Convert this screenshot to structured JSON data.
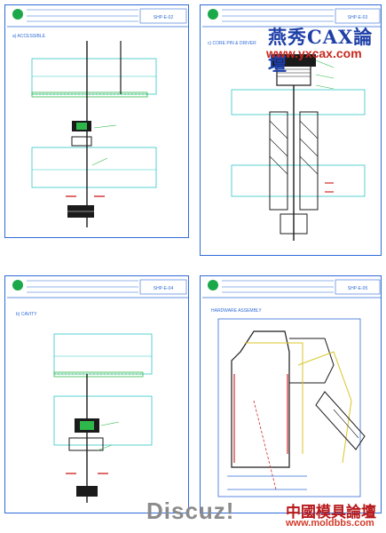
{
  "watermarks": {
    "site_name": "燕秀CAX論壇",
    "site_url": "www.yxcax.com",
    "forum_engine": "Discuz!",
    "bbs_name": "中國模具論壇",
    "bbs_url": "www.moldbbs.com"
  },
  "sheets": [
    {
      "title_block_id": "SHP-E-02",
      "section_label": "a) ACCESSIBLE"
    },
    {
      "title_block_id": "SHP-E-03",
      "section_label": "c) CORE PIN & DRIVER"
    },
    {
      "title_block_id": "SHP-E-04",
      "section_label": "b) CAVITY"
    },
    {
      "title_block_id": "SHP-E-05",
      "section_label": "HARDWARE ASSEMBLY"
    }
  ],
  "colors": {
    "frame": "#2f6bd8",
    "structure": "#30c7c7",
    "green_lines": "#2fb84a",
    "black_parts": "#1b1b1b",
    "red_lines": "#d22a2a",
    "yellow_lines": "#d8c628"
  }
}
